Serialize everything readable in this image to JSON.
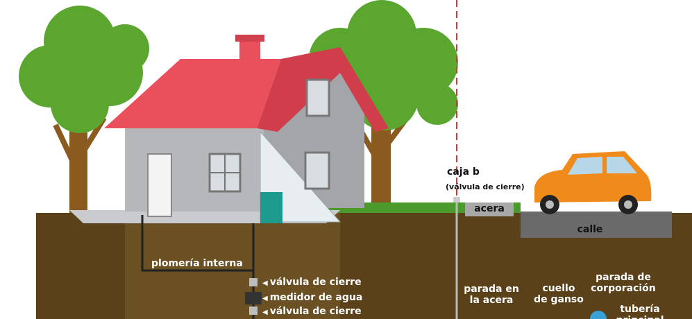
{
  "labels": {
    "caja_b": "caja b",
    "valvula_cierre_box": "(válvula de cierre)",
    "acera": "acera",
    "calle": "calle",
    "plomeria_interna": "plomería interna",
    "valvula_cierre_1": "válvula de cierre",
    "medidor_agua": "medidor de agua",
    "valvula_cierre_2": "válvula de cierre",
    "parada_acera_1": "parada en",
    "parada_acera_2": "la acera",
    "cuello_ganso_1": "cuello",
    "cuello_ganso_2": "de ganso",
    "parada_corp_1": "parada de",
    "parada_corp_2": "corporación",
    "tuberia_1": "tubería",
    "tuberia_2": "principal"
  },
  "pointer_glyph": "◀",
  "colors": {
    "roof": "#e9505c",
    "wall": "#b5b7bb",
    "ground": "#5a4119",
    "grass": "#4a9a2c",
    "street": "#6a6a6a",
    "car": "#f08a1a",
    "tree_leaf": "#5aa62f",
    "trunk": "#8a5a1e",
    "meter_box": "#1c9a8e"
  }
}
